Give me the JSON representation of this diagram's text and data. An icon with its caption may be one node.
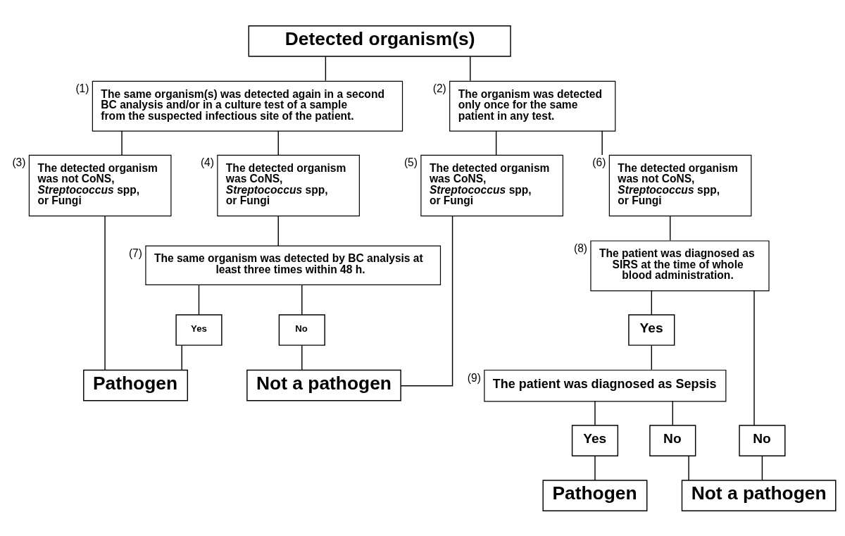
{
  "diagram": {
    "nodes": [
      {
        "text": [
          "Detected organism(s)"
        ]
      },
      {
        "text": [
          "The same organism(s) was detected again in a second BC analysis and/or in a culture test of a sample from the suspected infectious site of the patient."
        ],
        "beside": [
          "(1)"
        ]
      },
      {
        "text": [
          "The organism was detected only once for the same patient in any test."
        ],
        "beside": [
          "(2)"
        ]
      },
      {
        "text": [
          "The detected organism was not CoNS, *Streptococcus* spp, or Fungi"
        ],
        "beside": [
          "(3)"
        ]
      },
      {
        "text": [
          "The detected organism was CoNS, *Streptococcus* spp, or Fungi"
        ],
        "beside": [
          "(4)"
        ]
      },
      {
        "text": [
          "The detected organism was CoNS, *Streptococcus* spp, or Fungi"
        ],
        "beside": [
          "(5)"
        ]
      },
      {
        "text": [
          "The detected organism was not CoNS, *Streptococcus* spp, or Fungi"
        ],
        "beside": [
          "(6)"
        ]
      },
      {
        "text": [
          "The same organism was detected by BC analysis at least three times within 48 h."
        ],
        "beside": [
          "(7)"
        ]
      },
      {
        "text": [
          "The patient was diagnosed as SIRS at the time of whole blood administration."
        ],
        "beside": [
          "(8)"
        ]
      },
      {
        "text": [
          "Yes"
        ]
      },
      {
        "text": [
          "No"
        ]
      },
      {
        "text": [
          "Pathogen"
        ]
      },
      {
        "text": [
          "Not a pathogen"
        ]
      },
      {
        "text": [
          "Yes"
        ]
      },
      {
        "text": [
          "No"
        ]
      },
      {
        "text": [
          "The patient was diagnosed as Sepsis"
        ],
        "beside": [
          "(9)"
        ]
      },
      {
        "text": [
          "Yes"
        ]
      },
      {
        "text": [
          "No"
        ]
      },
      {
        "text": [
          "Pathogen"
        ]
      },
      {
        "text": [
          "Not a pathogen"
        ]
      }
    ],
    "edges": [
      {
        "from": 0,
        "to": 1,
        "arrow": "none"
      },
      {
        "from": 0,
        "to": 2,
        "arrow": "none"
      },
      {
        "from": 1,
        "to": 3,
        "arrow": "none"
      },
      {
        "from": 1,
        "to": 4,
        "arrow": "none"
      },
      {
        "from": 2,
        "to": 5,
        "arrow": "none"
      },
      {
        "from": 2,
        "to": 6,
        "arrow": "none"
      },
      {
        "from": 3,
        "to": 11,
        "arrow": "none"
      },
      {
        "from": 4,
        "to": 7,
        "arrow": "none"
      },
      {
        "from": 7,
        "to": 9,
        "arrow": "none"
      },
      {
        "from": 7,
        "to": 10,
        "arrow": "none"
      },
      {
        "from": 9,
        "to": 11,
        "arrow": "none"
      },
      {
        "from": 10,
        "to": 12,
        "arrow": "none"
      },
      {
        "from": 5,
        "to": 12,
        "arrow": "none"
      },
      {
        "from": 6,
        "to": 8,
        "arrow": "none"
      },
      {
        "from": 8,
        "to": 13,
        "arrow": "none"
      },
      {
        "from": 8,
        "to": 14,
        "arrow": "none"
      },
      {
        "from": 13,
        "to": 15,
        "arrow": "none"
      },
      {
        "from": 15,
        "to": 16,
        "arrow": "none"
      },
      {
        "from": 15,
        "to": 17,
        "arrow": "none"
      },
      {
        "from": 16,
        "to": 18,
        "arrow": "none"
      },
      {
        "from": 17,
        "to": 19,
        "arrow": "none"
      },
      {
        "from": 14,
        "to": 19,
        "arrow": "none"
      }
    ]
  }
}
